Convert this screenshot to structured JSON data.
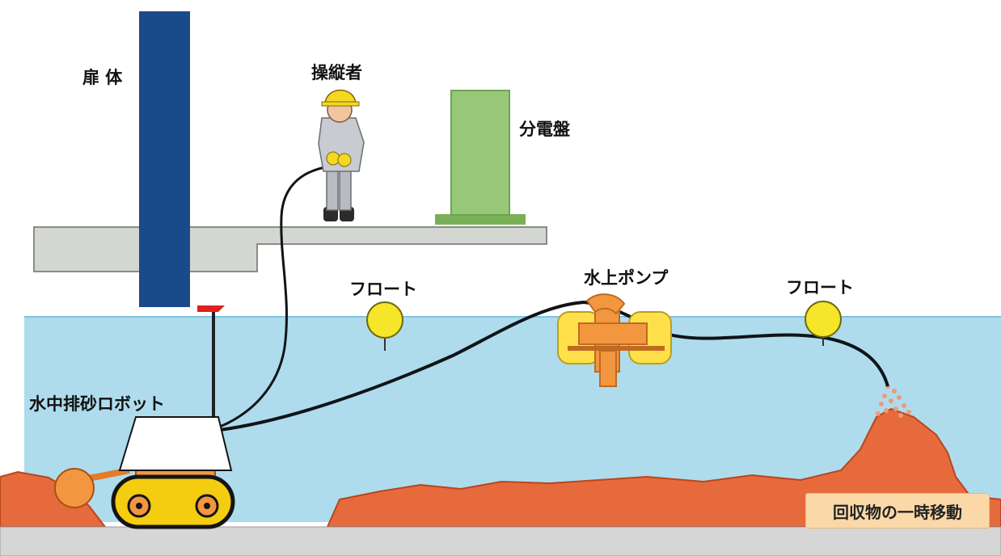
{
  "labels": {
    "gate_body": "扉 体",
    "operator": "操縦者",
    "distribution_board": "分電盤",
    "float_left": "フロート",
    "water_pump": "水上ポンプ",
    "float_right": "フロート",
    "robot": "水中排砂ロボット",
    "collected_material": "回収物の一時移動"
  },
  "colors": {
    "water": "#aedcec",
    "sediment": "#e66a3c",
    "gate": "#1a4a8a",
    "panel": "#96c878",
    "float": "#f5e62a",
    "pump_body": "#ffe04a",
    "pump_orange": "#f29640",
    "platform": "#d4d6d1",
    "floor": "#d6d6d6"
  }
}
